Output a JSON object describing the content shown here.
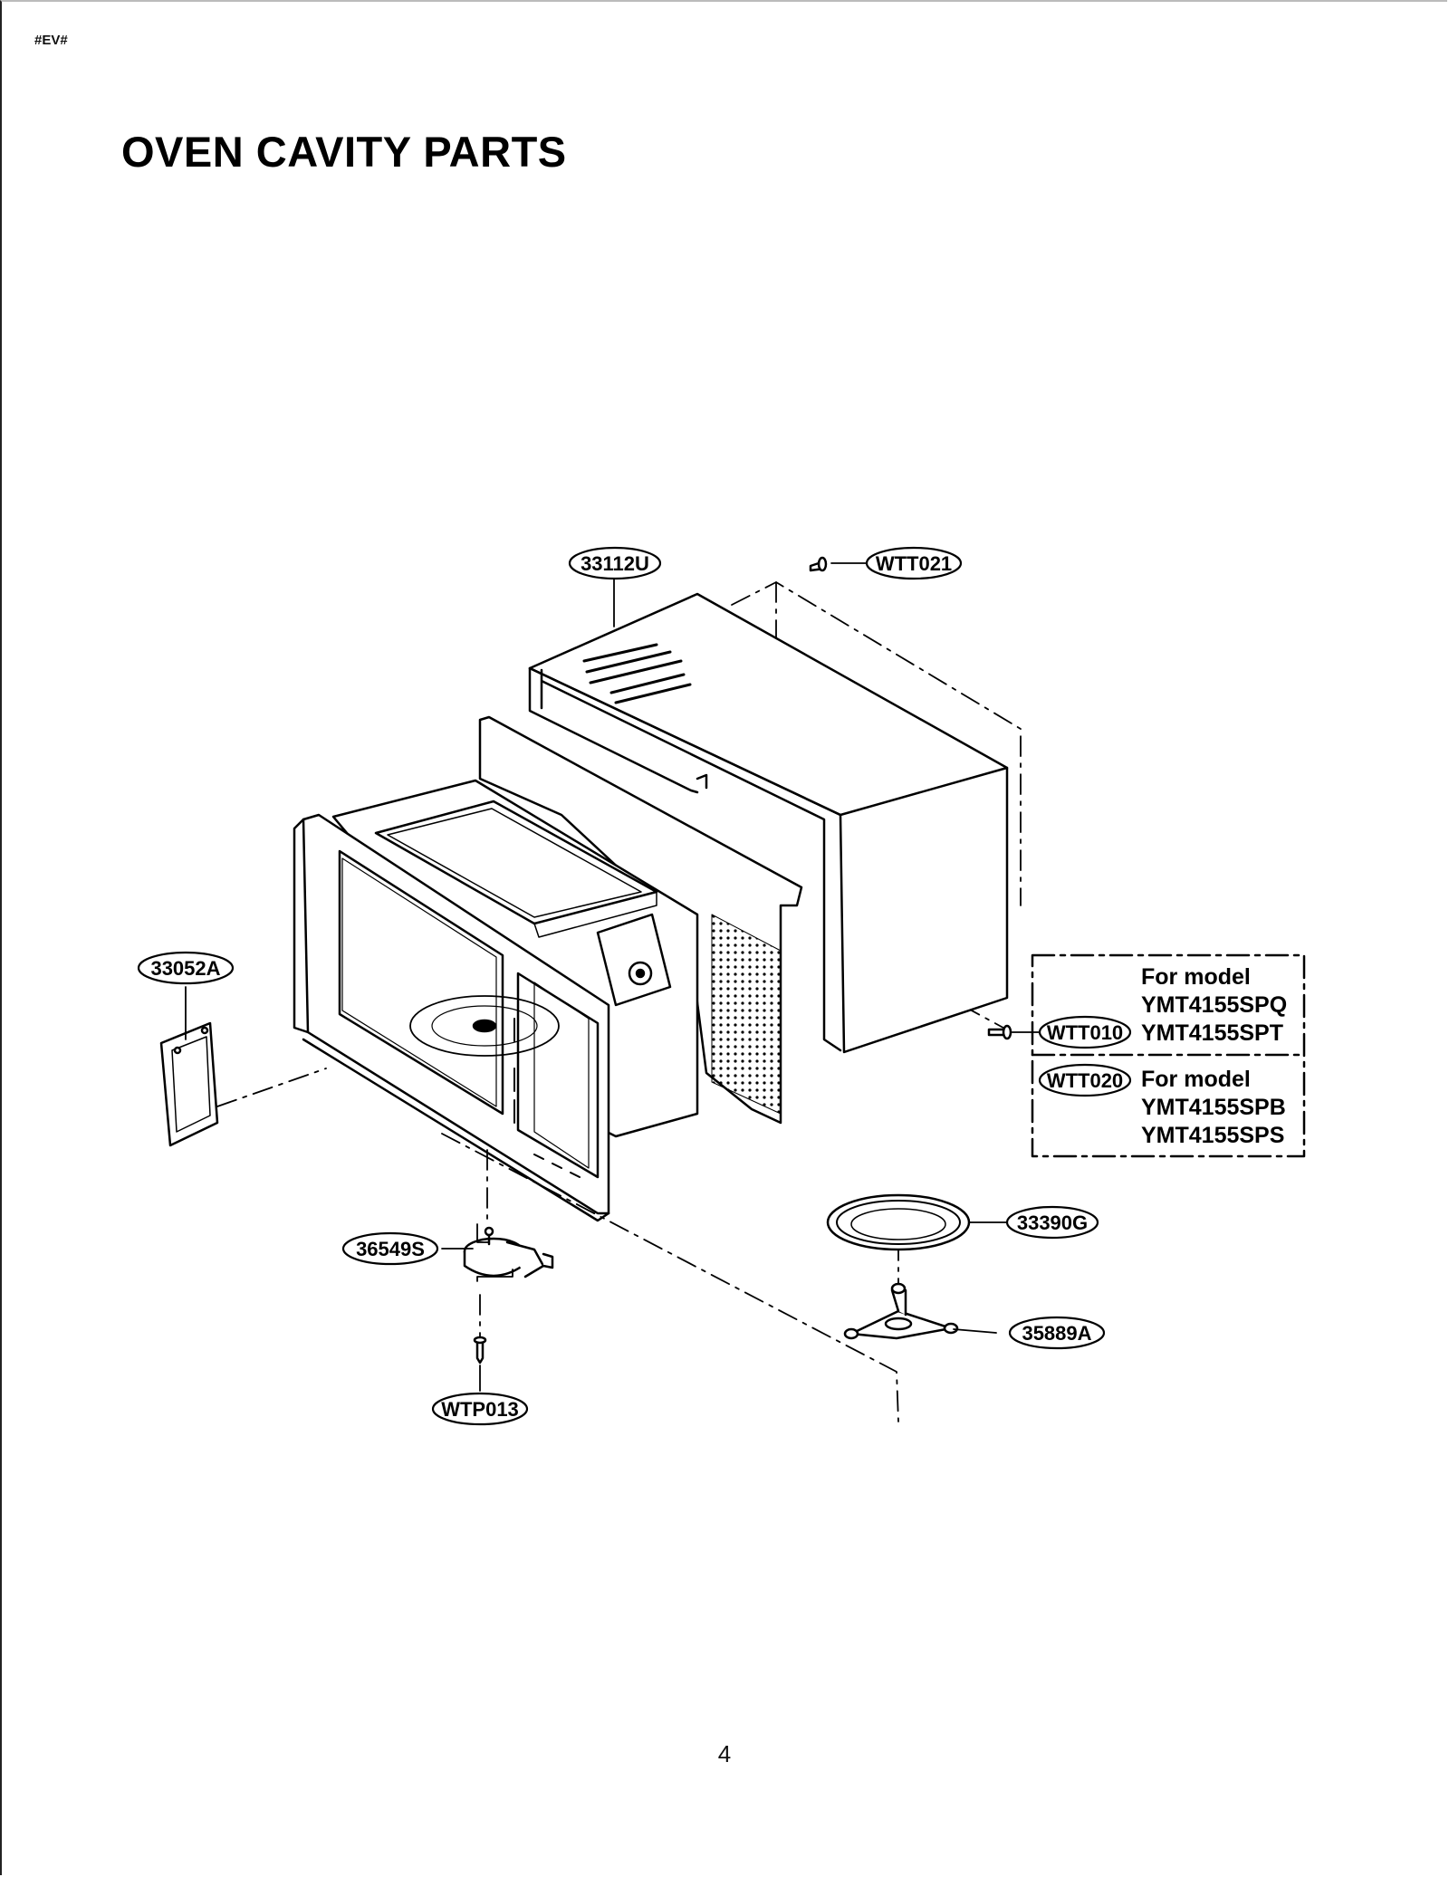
{
  "header": {
    "doc_code": "#EV#"
  },
  "title": "OVEN CAVITY PARTS",
  "page_number": "4",
  "callouts": {
    "p33112U": "33112U",
    "wtt021": "WTT021",
    "p33052A": "33052A",
    "wtt010": "WTT010",
    "wtt020": "WTT020",
    "p33390G": "33390G",
    "p36549S": "36549S",
    "p35889A": "35889A",
    "wtp013": "WTP013"
  },
  "model_notes": [
    {
      "heading": "For model",
      "models": [
        "YMT4155SPQ",
        "YMT4155SPT"
      ]
    },
    {
      "heading": "For model",
      "models": [
        "YMT4155SPB",
        "YMT4155SPS"
      ]
    }
  ],
  "colors": {
    "ink": "#000000",
    "paper": "#ffffff"
  }
}
